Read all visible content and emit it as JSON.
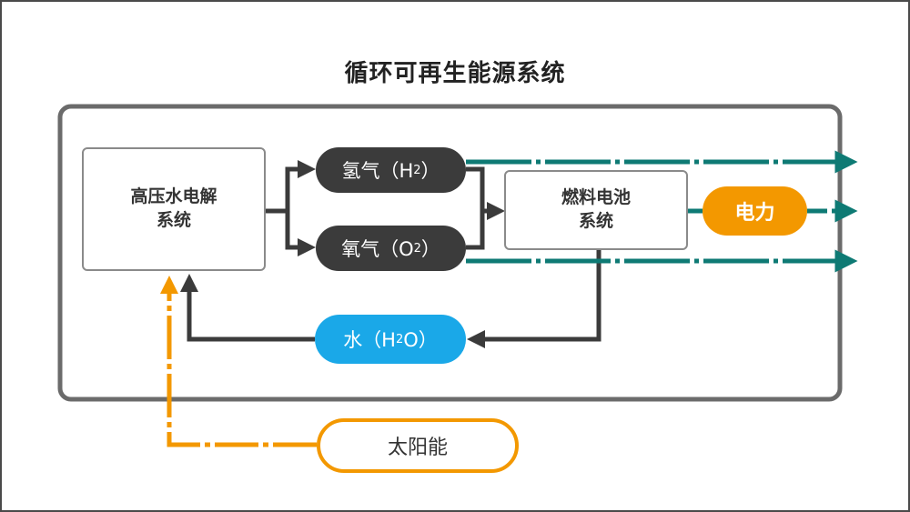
{
  "title": "循环可再生能源系统",
  "nodes": {
    "electrolysis": {
      "line1": "高压水电解",
      "line2": "系统"
    },
    "hydrogen": {
      "prefix": "氢气（H",
      "sub": "2",
      "suffix": "）"
    },
    "oxygen": {
      "prefix": "氧气（O",
      "sub": "2",
      "suffix": "）"
    },
    "fuel_cell": {
      "line1": "燃料电池",
      "line2": "系统"
    },
    "power": {
      "label": "电力"
    },
    "water": {
      "prefix": "水（H",
      "sub": "2",
      "suffix": "O）"
    },
    "solar": {
      "label": "太阳能"
    }
  },
  "colors": {
    "frame": "#6b6b6b",
    "dark_arrow": "#3b3b3b",
    "teal_output": "#0e7a74",
    "orange_solar": "#f39800",
    "water_blue": "#1aa8e8",
    "box_border": "#8a8a8a"
  }
}
